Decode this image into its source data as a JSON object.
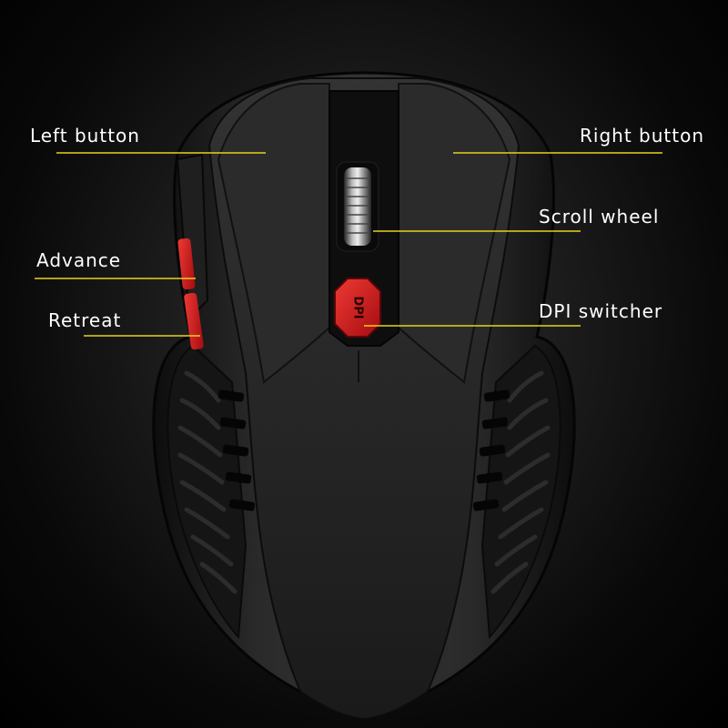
{
  "callouts": {
    "left_button": "Left button",
    "right_button": "Right button",
    "scroll_wheel": "Scroll wheel",
    "advance": "Advance",
    "retreat": "Retreat",
    "dpi_switcher": "DPI switcher"
  },
  "dpi_button_text": "DPI",
  "colors": {
    "leader_line": "#e8d21e",
    "accent_red": "#d0161b",
    "body": "#1b1b1b"
  }
}
